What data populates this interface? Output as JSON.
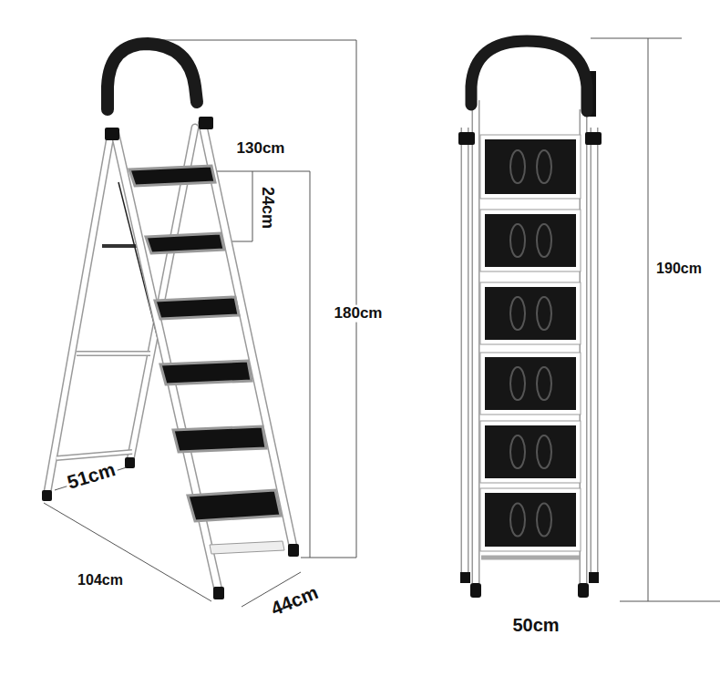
{
  "diagram": {
    "labels": [
      "130cm",
      "24cm",
      "180cm",
      "51cm",
      "104cm",
      "44cm",
      "190cm",
      "50cm"
    ]
  }
}
